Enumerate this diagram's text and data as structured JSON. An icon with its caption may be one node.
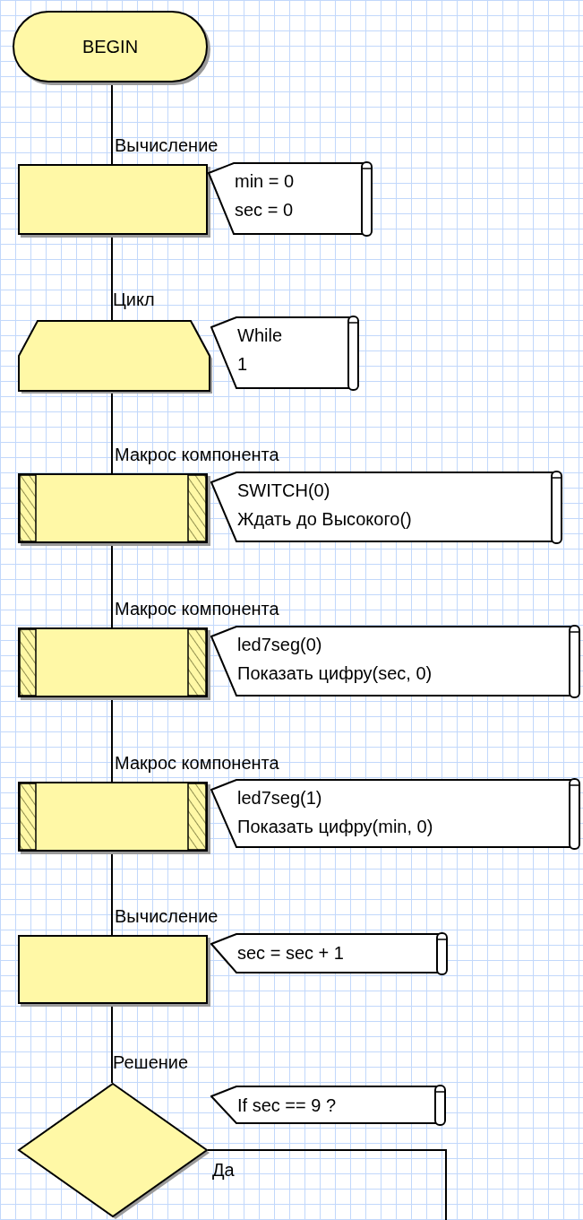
{
  "diagram": {
    "nodes": [
      {
        "text": [
          "BEGIN"
        ]
      },
      {
        "text": [
          "Вычисление"
        ]
      },
      {
        "text": [
          "min = 0",
          "sec = 0"
        ]
      },
      {
        "text": [
          "Цикл"
        ]
      },
      {
        "text": [
          "While",
          "1"
        ]
      },
      {
        "text": [
          "Макрос компонента"
        ]
      },
      {
        "text": [
          "SWITCH(0)",
          "Ждать до Высокого()"
        ]
      },
      {
        "text": [
          "Макрос компонента"
        ]
      },
      {
        "text": [
          "led7seg(0)",
          "Показать цифру(sec, 0)"
        ]
      },
      {
        "text": [
          "Макрос компонента"
        ]
      },
      {
        "text": [
          "led7seg(1)",
          "Показать цифру(min, 0)"
        ]
      },
      {
        "text": [
          "Вычисление"
        ]
      },
      {
        "text": [
          "sec = sec + 1"
        ]
      },
      {
        "text": [
          "Решение"
        ]
      },
      {
        "text": [
          "If sec == 9 ?"
        ]
      }
    ],
    "edges": [
      {
        "from": 0,
        "to": 1,
        "arrow": "none"
      },
      {
        "from": 1,
        "to": 3,
        "arrow": "none"
      },
      {
        "from": 3,
        "to": 5,
        "arrow": "none"
      },
      {
        "from": 5,
        "to": 7,
        "arrow": "none"
      },
      {
        "from": 7,
        "to": 9,
        "arrow": "none"
      },
      {
        "from": 9,
        "to": 11,
        "arrow": "none"
      },
      {
        "from": 11,
        "to": 13,
        "arrow": "none"
      },
      {
        "from": 13,
        "to": null,
        "arrow": "none",
        "label": "Да"
      }
    ]
  }
}
